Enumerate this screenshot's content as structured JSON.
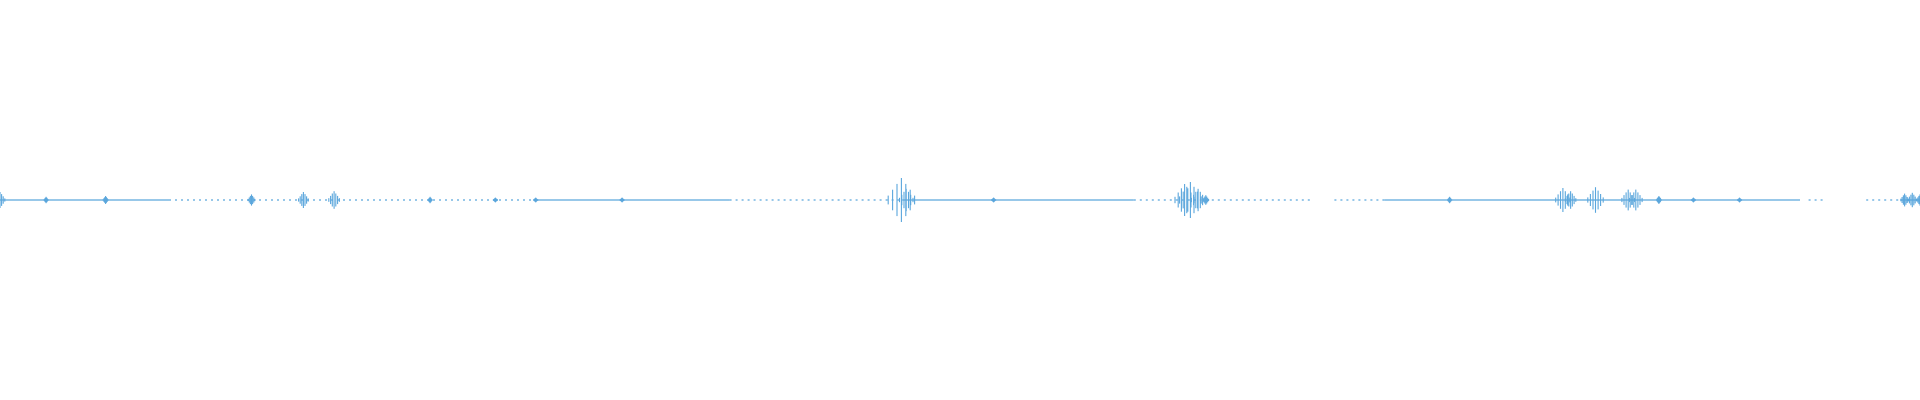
{
  "waveform": {
    "color": "#5aa6dc",
    "segments": [
      {
        "start": 0.0,
        "end": 0.088,
        "style": "solid"
      },
      {
        "start": 0.088,
        "end": 0.28,
        "style": "dotted"
      },
      {
        "start": 0.28,
        "end": 0.38,
        "style": "solid"
      },
      {
        "start": 0.38,
        "end": 0.47,
        "style": "dotted"
      },
      {
        "start": 0.47,
        "end": 0.5905,
        "style": "solid"
      },
      {
        "start": 0.5905,
        "end": 0.683,
        "style": "dotted"
      },
      {
        "start": 0.695,
        "end": 0.721,
        "style": "dotted"
      },
      {
        "start": 0.721,
        "end": 0.9375,
        "style": "solid"
      },
      {
        "start": 0.942,
        "end": 0.95,
        "style": "dotted"
      },
      {
        "start": 0.972,
        "end": 0.99,
        "style": "dotted"
      },
      {
        "start": 0.99,
        "end": 1.0,
        "style": "solid"
      }
    ],
    "peaks": [
      {
        "pos": 0.0,
        "amp": 0.02
      },
      {
        "pos": 0.024,
        "amp": 0.008
      },
      {
        "pos": 0.055,
        "amp": 0.01
      },
      {
        "pos": 0.131,
        "amp": 0.014
      },
      {
        "pos": 0.158,
        "amp": 0.02
      },
      {
        "pos": 0.174,
        "amp": 0.022
      },
      {
        "pos": 0.224,
        "amp": 0.008
      },
      {
        "pos": 0.258,
        "amp": 0.006
      },
      {
        "pos": 0.279,
        "amp": 0.006
      },
      {
        "pos": 0.324,
        "amp": 0.006
      },
      {
        "pos": 0.4695,
        "amp": 0.055
      },
      {
        "pos": 0.472,
        "amp": 0.028
      },
      {
        "pos": 0.5175,
        "amp": 0.006
      },
      {
        "pos": 0.617,
        "amp": 0.04
      },
      {
        "pos": 0.62,
        "amp": 0.045
      },
      {
        "pos": 0.624,
        "amp": 0.028
      },
      {
        "pos": 0.628,
        "amp": 0.012
      },
      {
        "pos": 0.755,
        "amp": 0.008
      },
      {
        "pos": 0.814,
        "amp": 0.03
      },
      {
        "pos": 0.818,
        "amp": 0.022
      },
      {
        "pos": 0.831,
        "amp": 0.032
      },
      {
        "pos": 0.848,
        "amp": 0.026
      },
      {
        "pos": 0.852,
        "amp": 0.026
      },
      {
        "pos": 0.864,
        "amp": 0.01
      },
      {
        "pos": 0.882,
        "amp": 0.006
      },
      {
        "pos": 0.906,
        "amp": 0.006
      },
      {
        "pos": 0.992,
        "amp": 0.016
      },
      {
        "pos": 0.996,
        "amp": 0.018
      },
      {
        "pos": 1.0,
        "amp": 0.014
      }
    ]
  }
}
